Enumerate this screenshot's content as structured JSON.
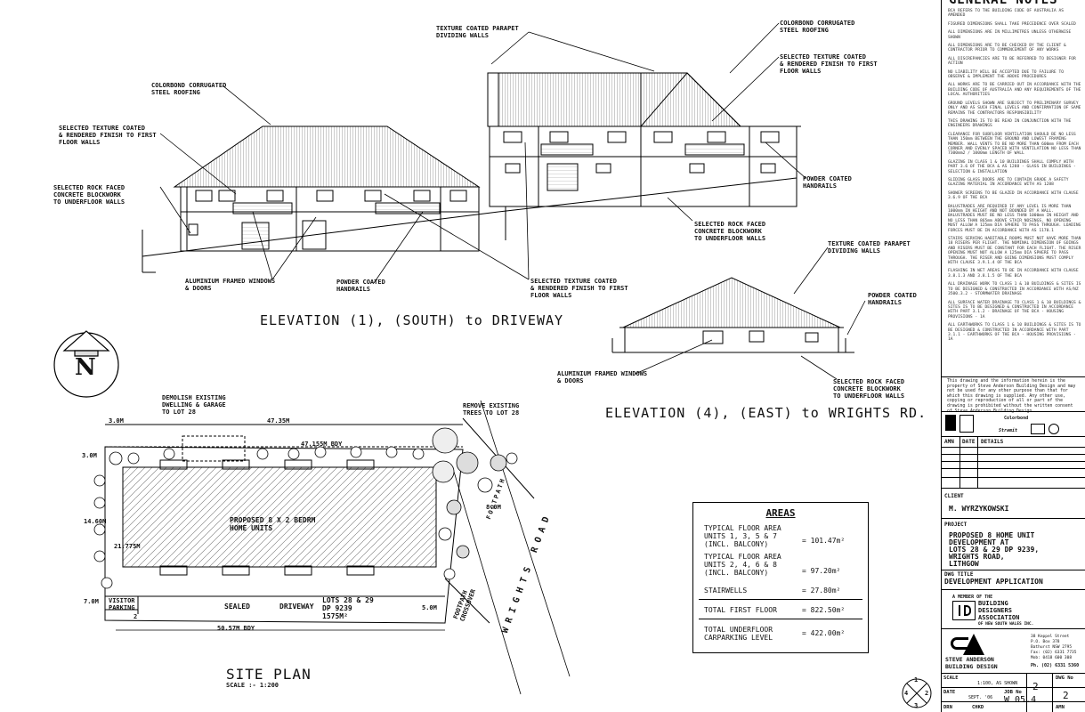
{
  "general_notes": {
    "title": "GENERAL NOTES",
    "items": [
      "BCA REFERS TO THE BUILDING CODE OF AUSTRALIA AS AMENDED",
      "FIGURED DIMENSIONS SHALL TAKE PRECEDENCE OVER SCALED",
      "ALL DIMENSIONS ARE IN MILLIMETRES UNLESS OTHERWISE SHOWN",
      "ALL DIMENSIONS ARE TO BE CHECKED BY THE CLIENT & CONTRACTOR PRIOR TO COMMENCEMENT OF ANY WORKS",
      "ALL DISCREPANCIES ARE TO BE REFERRED TO DESIGNER FOR ACTION",
      "NO LIABILITY WILL BE ACCEPTED DUE TO FAILURE TO OBSERVE & IMPLEMENT THE ABOVE PROCEDURES",
      "ALL WORKS ARE TO BE CARRIED OUT IN ACCORDANCE WITH THE BUILDING CODE OF AUSTRALIA AND ANY REQUIREMENTS OF THE LOCAL AUTHORITIES",
      "GROUND LEVELS SHOWN ARE SUBJECT TO PRELIMINARY SURVEY ONLY AND AS SUCH FINAL LEVELS AND CONFIRMATION OF SAME REMAINS THE CONTRACTORS RESPONSIBILITY",
      "THIS DRAWING IS TO BE READ IN CONJUNCTION WITH THE ENGINEERS DRAWINGS",
      "CLEARANCE FOR SUBFLOOR VENTILATION SHOULD BE NO LESS THAN 150mm BETWEEN THE GROUND AND LOWEST FRAMING MEMBER. WALL VENTS TO BE NO MORE THAN 600mm FROM EACH CORNER AND EVENLY SPACED WITH VENTILATION NO LESS THAN 7300mm2 / 1000mm LENGTH OF WALL",
      "GLAZING IN CLASS 1 & 10 BUILDINGS SHALL COMPLY WITH PART 3.6 OF THE BCA & AS 1288 - GLASS IN BUILDINGS - SELECTION & INSTALLATION",
      "SLIDING GLASS DOORS ARE TO CONTAIN GRADE A SAFETY GLAZING MATERIAL IN ACCORDANCE WITH AS 1288",
      "SHOWER SCREENS TO BE GLAZED IN ACCORDANCE WITH CLAUSE 3.6.9 OF THE BCA",
      "BALUSTRADES ARE REQUIRED IF ANY LEVEL IS MORE THAN 1000mm IN HEIGHT AND NOT BOUNDED BY A WALL. BALUSTRADES MUST BE NO LESS THAN 1000mm IN HEIGHT AND NO LESS THAN 865mm ABOVE STAIR NOSINGS. NO OPENING MUST ALLOW A 125mm DIA SPHERE TO PASS THROUGH. LOADING FORCES MUST BE IN ACCORDANCE WITH AS 1170.1",
      "STAIRS SERVING HABITABLE ROOMS MUST NOT HAVE MORE THAN 18 RISERS PER FLIGHT. THE NOMINAL DIMENSION OF GOINGS AND RISERS MUST BE CONSTANT FOR EACH FLIGHT. THE RISER OPENING MUST NOT ALLOW A 125mm DIA SPHERE TO PASS THROUGH. THE RISER AND GOING DIMENSIONS MUST COMPLY WITH CLAUSE 3.9.1.4 OF THE BCA",
      "FLASHING IN WET AREAS TO BE IN ACCORDANCE WITH CLAUSE 3.8.1.3 AND 3.8.1.5 OF THE BCA",
      "ALL DRAINAGE WORK TO CLASS 1 & 10 BUILDINGS & SITES IS TO BE DESIGNED & CONSTRUCTED IN ACCORDANCE WITH AS/NZ 3500.3.2 - STORMWATER DRAINAGE",
      "ALL SURFACE WATER DRAINAGE TO CLASS 1 & 10 BUILDINGS & SITES IS TO BE DESIGNED & CONSTRUCTED IN ACCORDANCE WITH PART 3.1.2 - DRAINAGE OF THE BCA - HOUSING PROVISIONS - 1A",
      "ALL EARTHWORKS TO CLASS 1 & 10 BUILDINGS & SITES IS TO BE DESIGNED & CONSTRUCTED IN ACCORDANCE WITH PART 3.1.1 - EARTHWORKS OF THE BCA - HOUSING PROVISIONS - 1A"
    ]
  },
  "copyright": "This drawing and the information herein is the property of Steve Anderson Building Design and may not be used for any other purpose than that for which this drawing is supplied. Any other use, copying or reproduction of all or part of the drawing is prohibited without the written consent of Steve Anderson Building Design.",
  "amendments": {
    "amn": "AMN",
    "date": "DATE",
    "details": "DETAILS"
  },
  "sponsor_logos": [
    "Colorbond",
    "Stramit"
  ],
  "client": {
    "label": "CLIENT",
    "value": "M. WYRZYKOWSKI"
  },
  "project": {
    "label": "PROJECT",
    "lines": [
      "PROPOSED 8 HOME UNIT",
      "DEVELOPMENT AT",
      "LOTS 28 & 29 DP 9239,",
      "WRIGHTS ROAD,",
      "LITHGOW"
    ]
  },
  "dwg_title": {
    "label": "DWG TITLE",
    "value": "DEVELOPMENT APPLICATION"
  },
  "association": {
    "member_of": "A MEMBER OF THE",
    "name_lines": [
      "BUILDING",
      "DESIGNERS",
      "ASSOCIATION"
    ],
    "sub": "OF NEW SOUTH WALES INC."
  },
  "designer": {
    "name_lines": [
      "STEVE ANDERSON",
      "BUILDING DESIGN"
    ],
    "address_lines": [
      "38 Keppel Street",
      "P.O. Box 378",
      "Bathurst NSW 2795",
      "Fax: (02) 6331 7735",
      "Mob: 0418 600 308"
    ],
    "phone": "Ph. (02) 6331 5360"
  },
  "footer": {
    "scale_label": "SCALE",
    "scale_value": "1:100, AS SHOWN",
    "dwg_no_label": "DWG No",
    "date_label": "DATE",
    "date_value": "SEPT. '06",
    "job_no_label": "JOB No",
    "job_no_value": "W 05.4",
    "sheet_no": "2",
    "sheet_of": "2",
    "drn_label": "DRN",
    "chkd_label": "CHKD",
    "amn_label": "AMN"
  },
  "elevation_south": {
    "title": "ELEVATION (1), (SOUTH)    to DRIVEWAY",
    "labels": {
      "parapet": "TEXTURE COATED PARAPET\nDIVIDING WALLS",
      "roof_left": "COLORBOND CORRUGATED\nSTEEL ROOFING",
      "roof_right": "COLORBOND CORRUGATED\nSTEEL ROOFING",
      "texture_left": "SELECTED TEXTURE COATED\n& RENDERED FINISH TO FIRST\nFLOOR WALLS",
      "texture_right": "SELECTED TEXTURE COATED\n& RENDERED FINISH TO FIRST\nFLOOR WALLS",
      "rock_left": "SELECTED ROCK FACED\nCONCRETE BLOCKWORK\nTO UNDERFLOOR WALLS",
      "rock_right": "SELECTED ROCK FACED\nCONCRETE BLOCKWORK\nTO UNDERFLOOR WALLS",
      "powder_right": "POWDER COATED\nHANDRAILS",
      "aluminium": "ALUMINIUM FRAMED WINDOWS\n& DOORS",
      "powder_mid": "POWDER COATED\nHANDRAILS",
      "texture_bottom": "SELECTED TEXTURE COATED\n& RENDERED FINISH TO FIRST\nFLOOR WALLS"
    }
  },
  "elevation_east": {
    "title": "ELEVATION (4), (EAST) to WRIGHTS RD.",
    "labels": {
      "parapet": "TEXTURE COATED PARAPET\nDIVIDING WALLS",
      "powder": "POWDER COATED\nHANDRAILS",
      "aluminium": "ALUMINIUM FRAMED WINDOWS\n& DOORS",
      "rock": "SELECTED ROCK FACED\nCONCRETE BLOCKWORK\nTO UNDERFLOOR WALLS"
    }
  },
  "site_plan": {
    "title": "SITE PLAN",
    "scale": "SCALE :- 1:200",
    "demolish": "DEMOLISH EXISTING\nDWELLING & GARAGE\nTO LOT 28",
    "remove_trees": "REMOVE EXISTING\nTREES TO LOT 28",
    "proposed": "PROPOSED 8 x 2 BEDRM\nHOME UNITS",
    "lots": "LOTS 28 & 29\nDP 9239\n1575m²",
    "sealed": "SEALED",
    "driveway": "DRIVEWAY",
    "visitor": "VISITOR\nPARKING",
    "footpath": "FOOTPATH",
    "footpath_crossover": "FOOTPATH\nCROSSOVER",
    "wrights_road": "WRIGHTS ROAD",
    "dims": {
      "d1": "3.0m",
      "d2": "47.35m",
      "d3": "47.155m BDY",
      "d4": "50.57m BDY",
      "d5": "3.0m",
      "d6": "5.0m",
      "d7": "14.60m",
      "d8": "21.775m",
      "d9": "7.0m",
      "d10": "8.0m",
      "d11": "2"
    }
  },
  "areas": {
    "title": "AREAS",
    "rows": [
      {
        "label": "TYPICAL FLOOR AREA\nUNITS 1, 3, 5 & 7\n(INCL. BALCONY)",
        "value": "= 101.47m²"
      },
      {
        "label": "TYPICAL FLOOR AREA\nUNITS 2, 4, 6 & 8\n(INCL. BALCONY)",
        "value": "= 97.20m²"
      },
      {
        "label": "STAIRWELLS",
        "value": "= 27.80m²"
      },
      {
        "label": "TOTAL FIRST FLOOR",
        "value": "= 822.50m²"
      },
      {
        "label": "TOTAL UNDERFLOOR\nCARPARKING LEVEL",
        "value": "= 422.00m²"
      }
    ]
  },
  "north_letter": "N",
  "compass_marks": [
    "1",
    "2",
    "3",
    "4"
  ]
}
